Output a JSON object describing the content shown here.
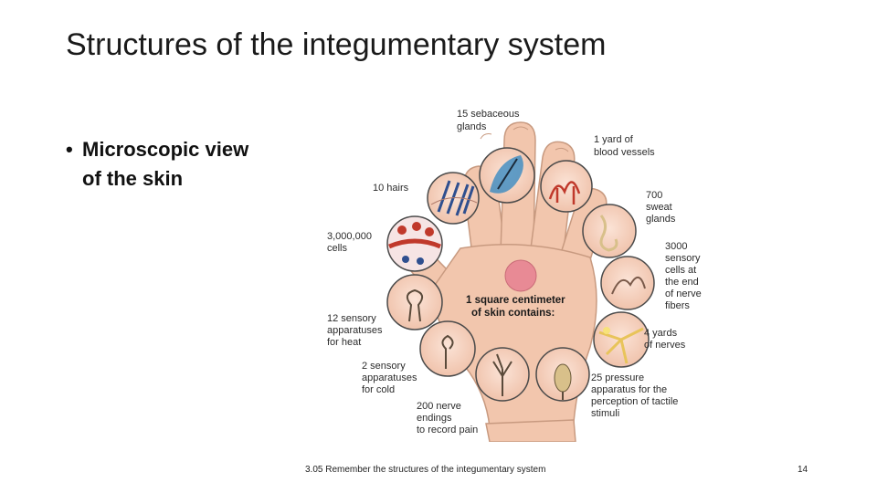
{
  "slide": {
    "title": "Structures of the integumentary system",
    "bullet_lines": [
      "Microscopic view",
      "of the skin"
    ],
    "footer": "3.05 Remember the structures of the integumentary system",
    "page_number": "14"
  },
  "diagram": {
    "center_label": [
      "1 square centimeter",
      "of skin contains:"
    ],
    "callouts": [
      {
        "id": "sebaceous",
        "lines": [
          "15 sebaceous",
          "glands"
        ]
      },
      {
        "id": "blood-vessels",
        "lines": [
          "1 yard of",
          "blood vessels"
        ]
      },
      {
        "id": "hairs",
        "lines": [
          "10 hairs"
        ]
      },
      {
        "id": "sweat-glands",
        "lines": [
          "700",
          "sweat",
          "glands"
        ]
      },
      {
        "id": "cells",
        "lines": [
          "3,000,000",
          "cells"
        ]
      },
      {
        "id": "sensory-cells",
        "lines": [
          "3000",
          "sensory",
          "cells at",
          "the end",
          "of nerve",
          "fibers"
        ]
      },
      {
        "id": "heat",
        "lines": [
          "12 sensory",
          "apparatuses",
          "for heat"
        ]
      },
      {
        "id": "nerves",
        "lines": [
          "4 yards",
          "of nerves"
        ]
      },
      {
        "id": "cold",
        "lines": [
          "2 sensory",
          "apparatuses",
          "for cold"
        ]
      },
      {
        "id": "pressure",
        "lines": [
          "25 pressure",
          "apparatus for the",
          "perception of tactile",
          "stimuli"
        ]
      },
      {
        "id": "nerve-endings",
        "lines": [
          "200 nerve",
          "endings",
          "to record pain"
        ]
      }
    ],
    "colors": {
      "skin": "#f2c6ad",
      "skin_outline": "#c89a80",
      "circle_outline": "#4a4a4a",
      "patch": "#e88a95",
      "blood": "#c0392b",
      "sebaceous": "#2e86c1"
    }
  }
}
